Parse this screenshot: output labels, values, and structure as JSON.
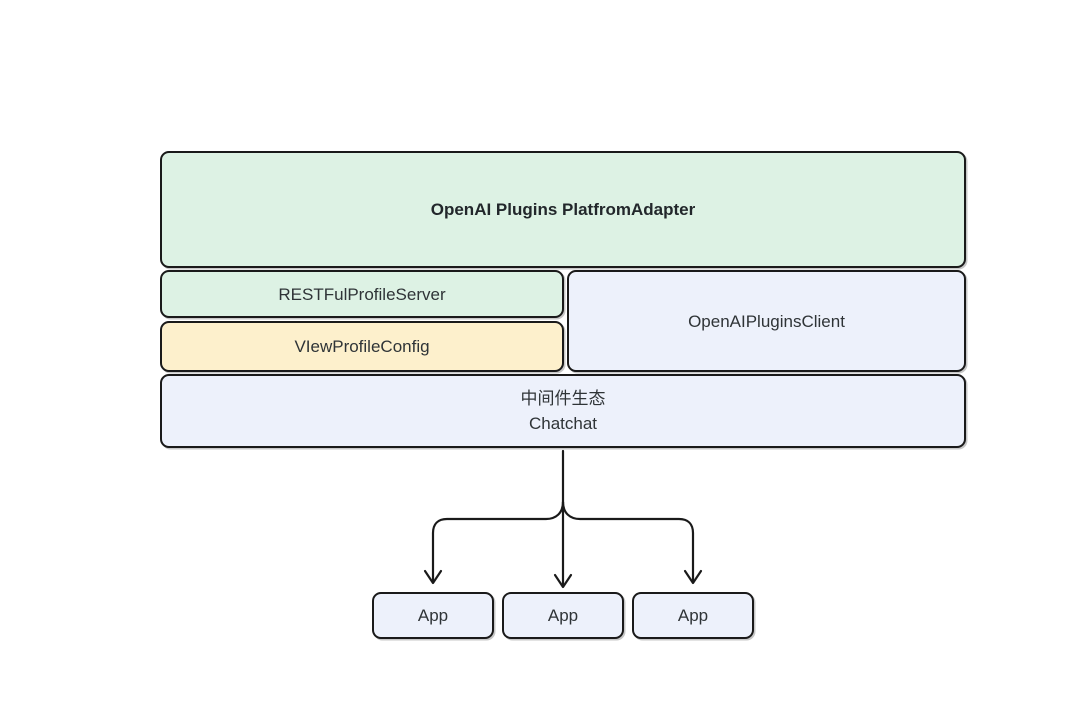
{
  "diagram": {
    "adapter": {
      "label": "OpenAI Plugins PlatfromAdapter"
    },
    "rest_server": {
      "label": "RESTFulProfileServer"
    },
    "view_config": {
      "label": "VIewProfileConfig"
    },
    "plugins_client": {
      "label": "OpenAIPluginsClient"
    },
    "middleware": {
      "line1": "中间件生态",
      "line2": "Chatchat"
    },
    "apps": [
      {
        "label": "App"
      },
      {
        "label": "App"
      },
      {
        "label": "App"
      }
    ],
    "colors": {
      "adapter_fill": "#ddf2e4",
      "rest_server_fill": "#ddf2e4",
      "view_config_fill": "#fdf0cc",
      "plugins_client_fill": "#edf1fb",
      "middleware_fill": "#edf1fb",
      "app_fill": "#edf1fb",
      "border": "#1a1a1a",
      "text": "#2f3437",
      "background": "#ffffff"
    }
  }
}
